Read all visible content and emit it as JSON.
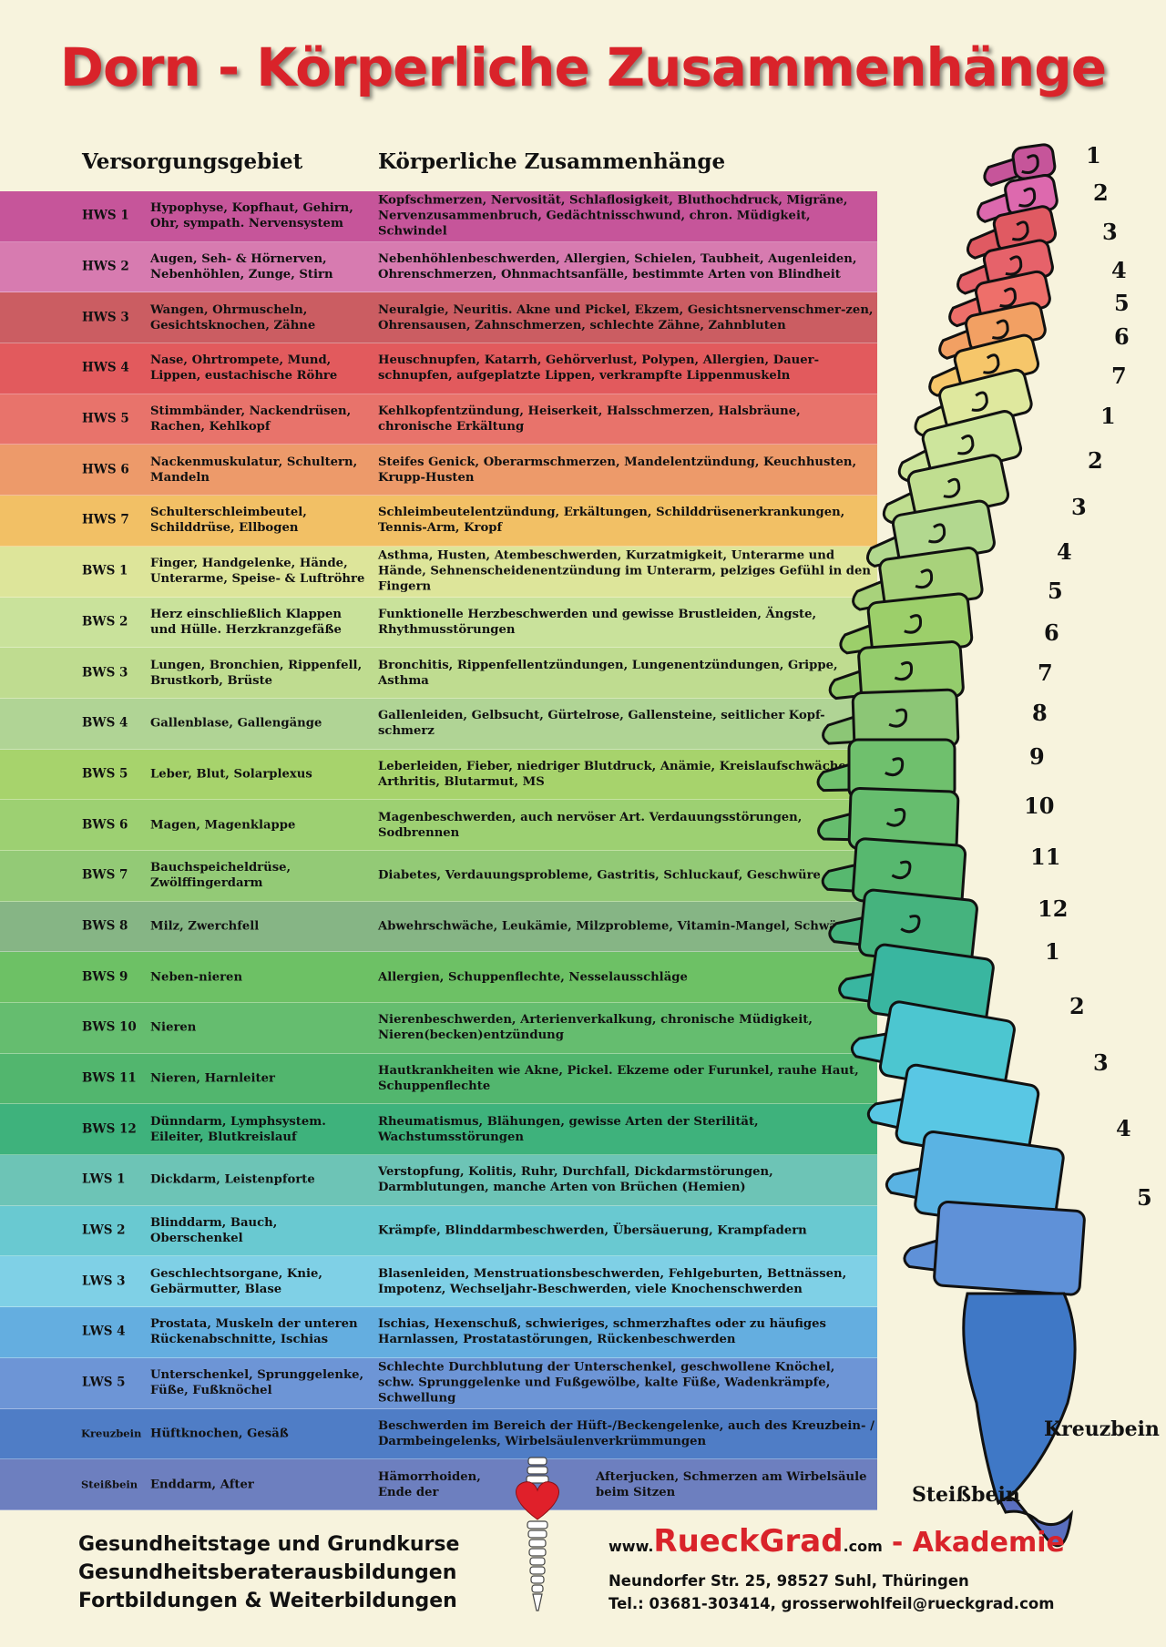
{
  "title": "Dorn - Körperliche Zusammenhänge",
  "headers": {
    "area": "Versorgungsgebiet",
    "effects": "Körperliche Zusammenhänge"
  },
  "rows": [
    {
      "code": "HWS 1",
      "area": "Hypophyse, Kopfhaut, Gehirn, Ohr, sympath. Nervensystem",
      "effects": "Kopfschmerzen, Nervosität, Schlaflosigkeit, Bluthochdruck, Migräne, Nervenzusammenbruch, Gedächtnisschwund, chron. Müdigkeit, Schwindel",
      "color": "#c6559a"
    },
    {
      "code": "HWS 2",
      "area": "Augen, Seh- & Hörnerven, Nebenhöhlen, Zunge, Stirn",
      "effects": "Nebenhöhlenbeschwerden, Allergien, Schielen, Taubheit, Augenleiden, Ohrenschmerzen, Ohnmachtsanfälle, bestimmte Arten von Blindheit",
      "color": "#d77bb0"
    },
    {
      "code": "HWS 3",
      "area": "Wangen, Ohrmuscheln, Gesichtsknochen, Zähne",
      "effects": "Neuralgie, Neuritis. Akne und Pickel, Ekzem, Gesichtsnervenschmer-zen, Ohrensausen, Zahnschmerzen, schlechte Zähne, Zahnbluten",
      "color": "#cb5d62"
    },
    {
      "code": "HWS 4",
      "area": "Nase, Ohrtrompete, Mund, Lippen, eustachische Röhre",
      "effects": "Heuschnupfen, Katarrh, Gehörverlust, Polypen, Allergien, Dauer-schnupfen, aufgeplatzte Lippen, verkrampfte Lippenmuskeln",
      "color": "#e25a5d"
    },
    {
      "code": "HWS 5",
      "area": "Stimmbänder, Nackendrüsen, Rachen, Kehlkopf",
      "effects": "Kehlkopfentzündung, Heiserkeit, Halsschmerzen, Halsbräune, chronische Erkältung",
      "color": "#e8736b"
    },
    {
      "code": "HWS 6",
      "area": "Nackenmuskulatur, Schultern, Mandeln",
      "effects": "Steifes Genick, Oberarmschmerzen, Mandelentzündung, Keuchhusten, Krupp-Husten",
      "color": "#ed9a6a"
    },
    {
      "code": "HWS 7",
      "area": "Schulterschleimbeutel, Schilddrüse, Ellbogen",
      "effects": "Schleimbeutelentzündung, Erkältungen, Schilddrüsenerkrankungen, Tennis-Arm, Kropf",
      "color": "#f2c065"
    },
    {
      "code": "BWS 1",
      "area": "Finger, Handgelenke, Hände, Unterarme, Speise- & Luftröhre",
      "effects": "Asthma, Husten, Atembeschwerden, Kurzatmigkeit, Unterarme und Hände, Sehnenscheidenentzündung im Unterarm, pelziges Gefühl in den Fingern",
      "color": "#dde59a"
    },
    {
      "code": "BWS 2",
      "area": "Herz einschließlich Klappen und Hülle. Herzkranzgefäße",
      "effects": "Funktionelle Herzbeschwerden und gewisse Brustleiden, Ängste, Rhythmusstörungen",
      "color": "#c9e29b"
    },
    {
      "code": "BWS 3",
      "area": "Lungen, Bronchien, Rippenfell, Brustkorb, Brüste",
      "effects": "Bronchitis, Rippenfellentzündungen, Lungenentzündungen, Grippe, Asthma",
      "color": "#bfdc90"
    },
    {
      "code": "BWS 4",
      "area": "Gallenblase, Gallengänge",
      "effects": "Gallenleiden, Gelbsucht, Gürtelrose, Gallensteine, seitlicher Kopf-schmerz",
      "color": "#b0d495"
    },
    {
      "code": "BWS 5",
      "area": "Leber, Blut, Solarplexus",
      "effects": "Leberleiden, Fieber, niedriger Blutdruck, Anämie, Kreislaufschwäche, Arthritis, Blutarmut, MS",
      "color": "#a7d36c"
    },
    {
      "code": "BWS 6",
      "area": "Magen, Magenklappe",
      "effects": "Magenbeschwerden, auch nervöser Art. Verdauungsstörungen, Sodbrennen",
      "color": "#9dd072"
    },
    {
      "code": "BWS 7",
      "area": "Bauchspeicheldrüse, Zwölffingerdarm",
      "effects": "Diabetes, Verdauungsprobleme, Gastritis, Schluckauf, Geschwüre",
      "color": "#93ca76"
    },
    {
      "code": "BWS 8",
      "area": "Milz, Zwerchfell",
      "effects": "Abwehrschwäche, Leukämie, Milzprobleme, Vitamin-Mangel, Schwäche",
      "color": "#86b585"
    },
    {
      "code": "BWS 9",
      "area": "Neben-nieren",
      "effects": "Allergien, Schuppenflechte, Nesselausschläge",
      "color": "#6dc165"
    },
    {
      "code": "BWS 10",
      "area": "Nieren",
      "effects": "Nierenbeschwerden, Arterienverkalkung, chronische Müdigkeit, Nieren(becken)entzündung",
      "color": "#65bd6f"
    },
    {
      "code": "BWS 11",
      "area": "Nieren, Harnleiter",
      "effects": "Hautkrankheiten wie Akne, Pickel. Ekzeme oder Furunkel, rauhe Haut, Schuppenflechte",
      "color": "#52b66e"
    },
    {
      "code": "BWS 12",
      "area": "Dünndarm, Lymphsystem. Eileiter, Blutkreislauf",
      "effects": "Rheumatismus, Blähungen, gewisse Arten der Sterilität, Wachstumsstörungen",
      "color": "#3eb27c"
    },
    {
      "code": "LWS  1",
      "area": "Dickdarm, Leistenpforte",
      "effects": "Verstopfung, Kolitis, Ruhr, Durchfall, Dickdarmstörungen, Darmblutungen, manche Arten von Brüchen (Hemien)",
      "color": "#6dc4b6"
    },
    {
      "code": "LWS 2",
      "area": "Blinddarm, Bauch, Oberschenkel",
      "effects": "Krämpfe, Blinddarmbeschwerden, Übersäuerung, Krampfadern",
      "color": "#69c9d1"
    },
    {
      "code": "LWS 3",
      "area": "Geschlechtsorgane, Knie, Gebärmutter, Blase",
      "effects": "Blasenleiden, Menstruationsbeschwerden, Fehlgeburten, Bettnässen, Impotenz, Wechseljahr-Beschwerden, viele Knochenschwerden",
      "color": "#7fd0e6"
    },
    {
      "code": "LWS 4",
      "area": "Prostata, Muskeln der unteren Rückenabschnitte, Ischias",
      "effects": "Ischias, Hexenschuß, schwieriges, schmerzhaftes oder zu häufiges Harnlassen, Prostatastörungen, Rückenbeschwerden",
      "color": "#64aee0"
    },
    {
      "code": "LWS 5",
      "area": "Unterschenkel, Sprunggelenke, Füße, Fußknöchel",
      "effects": "Schlechte Durchblutung der Unterschenkel, geschwollene Knöchel, schw. Sprunggelenke und Fußgewölbe, kalte Füße, Wadenkrämpfe, Schwellung",
      "color": "#6d95d6"
    },
    {
      "code": "Kreuzbein",
      "area": "Hüftknochen, Gesäß",
      "effects": "Beschwerden im Bereich der Hüft-/Beckengelenke, auch des Kreuzbein- / Darmbeingelenks, Wirbelsäulenverkrümmungen",
      "color": "#4f7dc6"
    },
    {
      "code": "Steißbein",
      "area": "Enddarm, After",
      "effects": "Hämorrhoiden, Ende der",
      "effects2": "Afterjucken, Schmerzen am Wirbelsäule beim Sitzen",
      "color": "#6d7fbf"
    }
  ],
  "spine_numbers": {
    "cervical": [
      "1",
      "2",
      "3",
      "4",
      "5",
      "6",
      "7"
    ],
    "thoracic": [
      "1",
      "2",
      "3",
      "4",
      "5",
      "6",
      "7",
      "8",
      "9",
      "10",
      "11",
      "12"
    ],
    "lumbar": [
      "1",
      "2",
      "3",
      "4",
      "5"
    ]
  },
  "spine_labels": {
    "sacrum": "Kreuzbein",
    "coccyx": "Steißbein"
  },
  "footer": {
    "lines": [
      "Gesundheitstage und Grundkurse",
      "Gesundheitsberaterausbildungen",
      "Fortbildungen & Weiterbildungen"
    ],
    "brand_www": "www.",
    "brand_name": "RueckGrad",
    "brand_com": ".com",
    "brand_suffix": "- Akademie",
    "address": "Neundorfer Str. 25, 98527 Suhl, Thüringen",
    "contact": "Tel.: 03681-303414, grosserwohlfeil@rueckgrad.com"
  },
  "colors": {
    "title": "#d9232a",
    "background": "#f7f3dd"
  }
}
